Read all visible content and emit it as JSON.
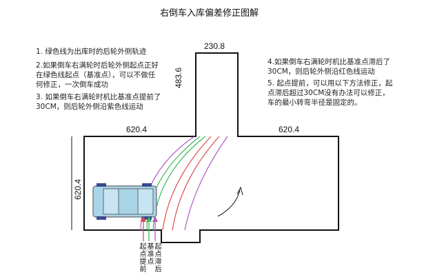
{
  "title": "右倒车入库偏差修正图解",
  "dimensions": {
    "garage_width": "230.8",
    "garage_depth": "483.6",
    "left_road": "620.4",
    "right_road": "620.4",
    "road_height": "620.4"
  },
  "notes_left": [
    "1. 绿色线为出库时的后轮外侧轨迹",
    "2.如果倒车右满轮时后轮外侧起点正好",
    "在绿色线起点（基准点），可以不做任",
    "何修正，一次倒车成功",
    "3. 如果倒车右满轮时机比基准点提前了",
    "30CM，则后轮外侧沿紫色线运动"
  ],
  "notes_right": [
    "4.如果倒车右满轮时机比基准点滞后了",
    "30CM，则后轮外侧沿红色线运动",
    "5. 起点提前，可以用以下方法修正，起",
    "点滞后超过30CM没有办法可以修正，",
    "车的最小转弯半径是固定的。"
  ],
  "bottom_labels": [
    "起点提前",
    "基准点",
    "起点滞后"
  ],
  "colors": {
    "green": "#38b858",
    "red": "#e04848",
    "purple": "#b058c8",
    "car_fill": "#a8d4e8",
    "car_stroke": "#666666",
    "outline": "#111111"
  }
}
